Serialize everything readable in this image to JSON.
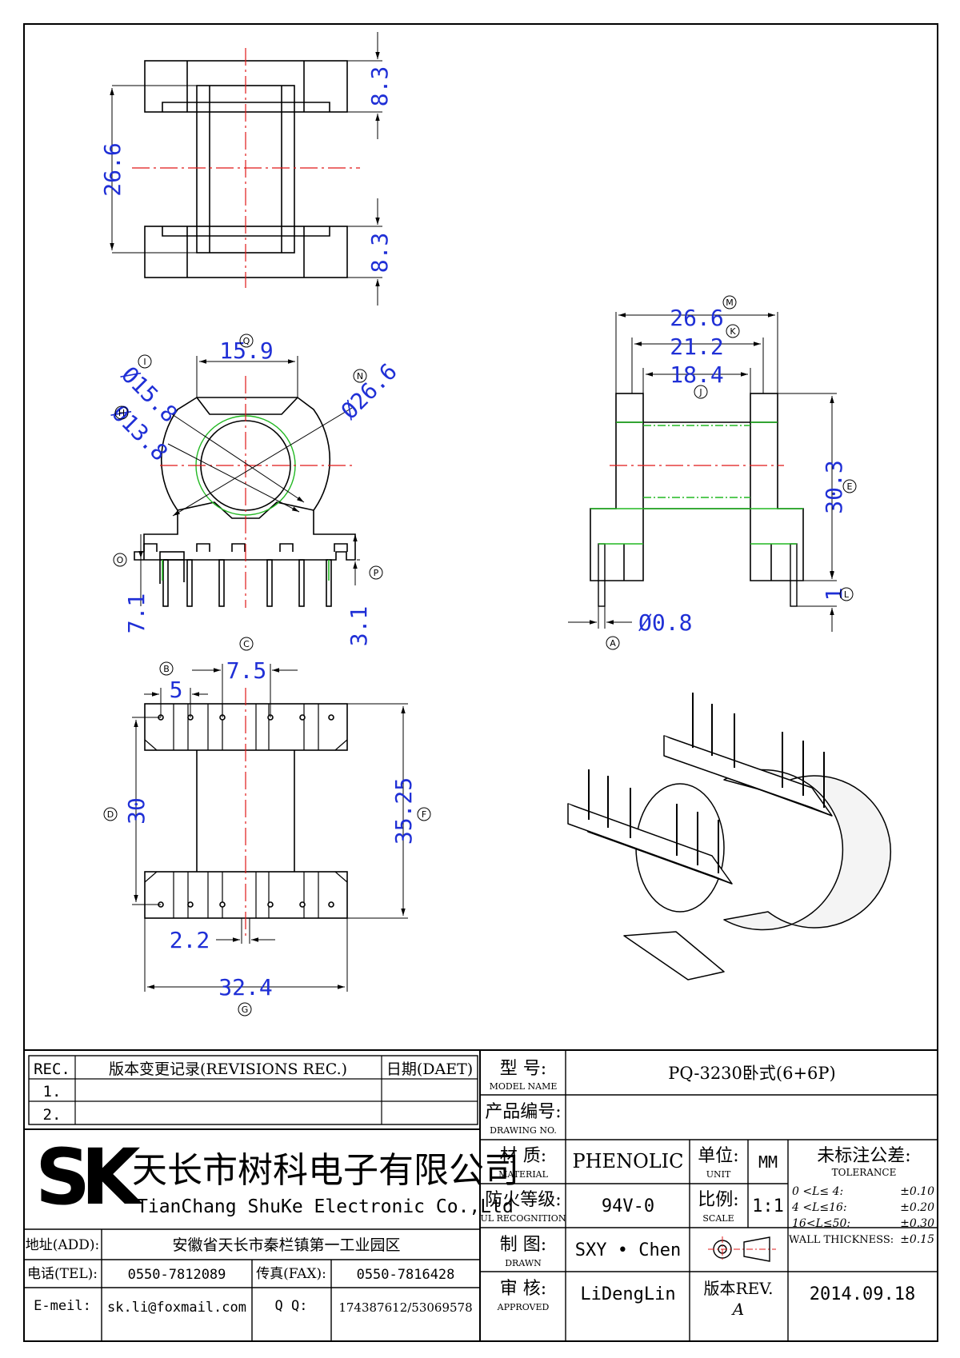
{
  "dimensions": {
    "top_view": {
      "flange_top": "8.3",
      "flange_bottom": "8.3",
      "overall_height": "26.6"
    },
    "front_view": {
      "q_width": "15.9",
      "i_dia": "Ø15.8",
      "h_dia": "Ø13.8",
      "n_dia": "Ø26.6",
      "o_height": "7.1",
      "p_height": "3.1"
    },
    "side_view": {
      "m_width": "26.6",
      "k_width": "21.2",
      "j_width": "18.4",
      "e_height": "30.3",
      "l_height": "1",
      "a_dia": "Ø0.8"
    },
    "bottom_view": {
      "b_pitch": "5",
      "c_pitch": "7.5",
      "d_height": "30",
      "f_height": "35.25",
      "pin_spacing": "2.2",
      "g_width": "32.4"
    }
  },
  "callouts": [
    "A",
    "B",
    "C",
    "D",
    "E",
    "F",
    "G",
    "H",
    "I",
    "J",
    "K",
    "L",
    "M",
    "N",
    "O",
    "P",
    "Q"
  ],
  "title_block": {
    "rev_header": "REC.",
    "rev_desc_header": "版本变更记录(REVISIONS REC.)",
    "rev_date_header": "日期(DAET)",
    "rev_rows": [
      "1.",
      "2."
    ],
    "model_label_cn": "型  号:",
    "model_label_en": "MODEL NAME",
    "model_value": "PQ-3230卧式(6+6P)",
    "drawing_label_cn": "产品编号:",
    "drawing_label_en": "DRAWING NO.",
    "drawing_value": "",
    "logo": "SK",
    "company_cn": "天长市树科电子有限公司",
    "company_en": "TianChang ShuKe Electronic Co.,Ltd",
    "material_label_cn": "材  质:",
    "material_label_en": "MATERIAL",
    "material_value": "PHENOLIC",
    "unit_label_cn": "单位:",
    "unit_label_en": "UNIT",
    "unit_value": "MM",
    "tolerance_title_cn": "未标注公差:",
    "tolerance_title_en": "TOLERANCE",
    "tolerance_rows": [
      {
        "range": "0 <L≤ 4:",
        "value": "±0.10"
      },
      {
        "range": "4 <L≤16:",
        "value": "±0.20"
      },
      {
        "range": "16<L≤50:",
        "value": "±0.30"
      },
      {
        "range": "WALL THICKNESS:",
        "value": "±0.15"
      }
    ],
    "ul_label_cn": "防火等级:",
    "ul_label_en": "UL RECOGNITION",
    "ul_value": "94V-0",
    "scale_label_cn": "比例:",
    "scale_label_en": "SCALE",
    "scale_value": "1:1",
    "drawn_label_cn": "制  图:",
    "drawn_label_en": "DRAWN",
    "drawn_value": "SXY • Chen",
    "approved_label_cn": "审  核:",
    "approved_label_en": "APPROVED",
    "approved_value": "LiDengLin",
    "rev_label": "版本REV.",
    "rev_value": "A",
    "date_value": "2014.09.18",
    "address_label": "地址(ADD):",
    "address_value": "安徽省天长市秦栏镇第一工业园区",
    "tel_label": "电话(TEL):",
    "tel_value": "0550-7812089",
    "fax_label": "传真(FAX):",
    "fax_value": "0550-7816428",
    "email_label": "E-meil:",
    "email_value": "sk.li@foxmail.com",
    "qq_label": "Q Q:",
    "qq_value": "174387612/53069578"
  },
  "colors": {
    "dimension": "#1f2fd6",
    "centerline": "#e01818",
    "highlight": "#22b822",
    "outline": "#000000"
  }
}
